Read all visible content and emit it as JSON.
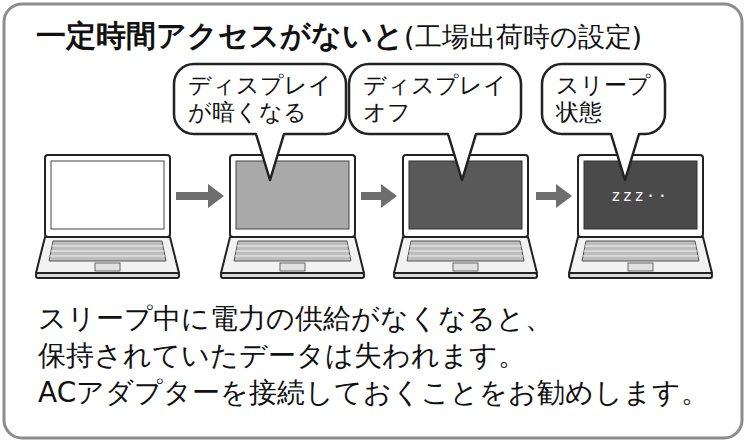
{
  "diagram": {
    "title": "一定時間アクセスがないと",
    "caption": "スリープ中に電力の供給がなくなると、 保持されていたデータは失われます。 ACアダプターを接続しておくことをお勧めします。",
    "nodes": [
      {
        "text": [
          "ディスプレイ が暗くなる"
        ]
      },
      {
        "text": [
          "ディスプレイ オフ"
        ]
      },
      {
        "text": [
          "スリープ 状態"
        ]
      }
    ],
    "labels": [
      "(工場出荷時の設定)",
      "zzz··"
    ]
  }
}
